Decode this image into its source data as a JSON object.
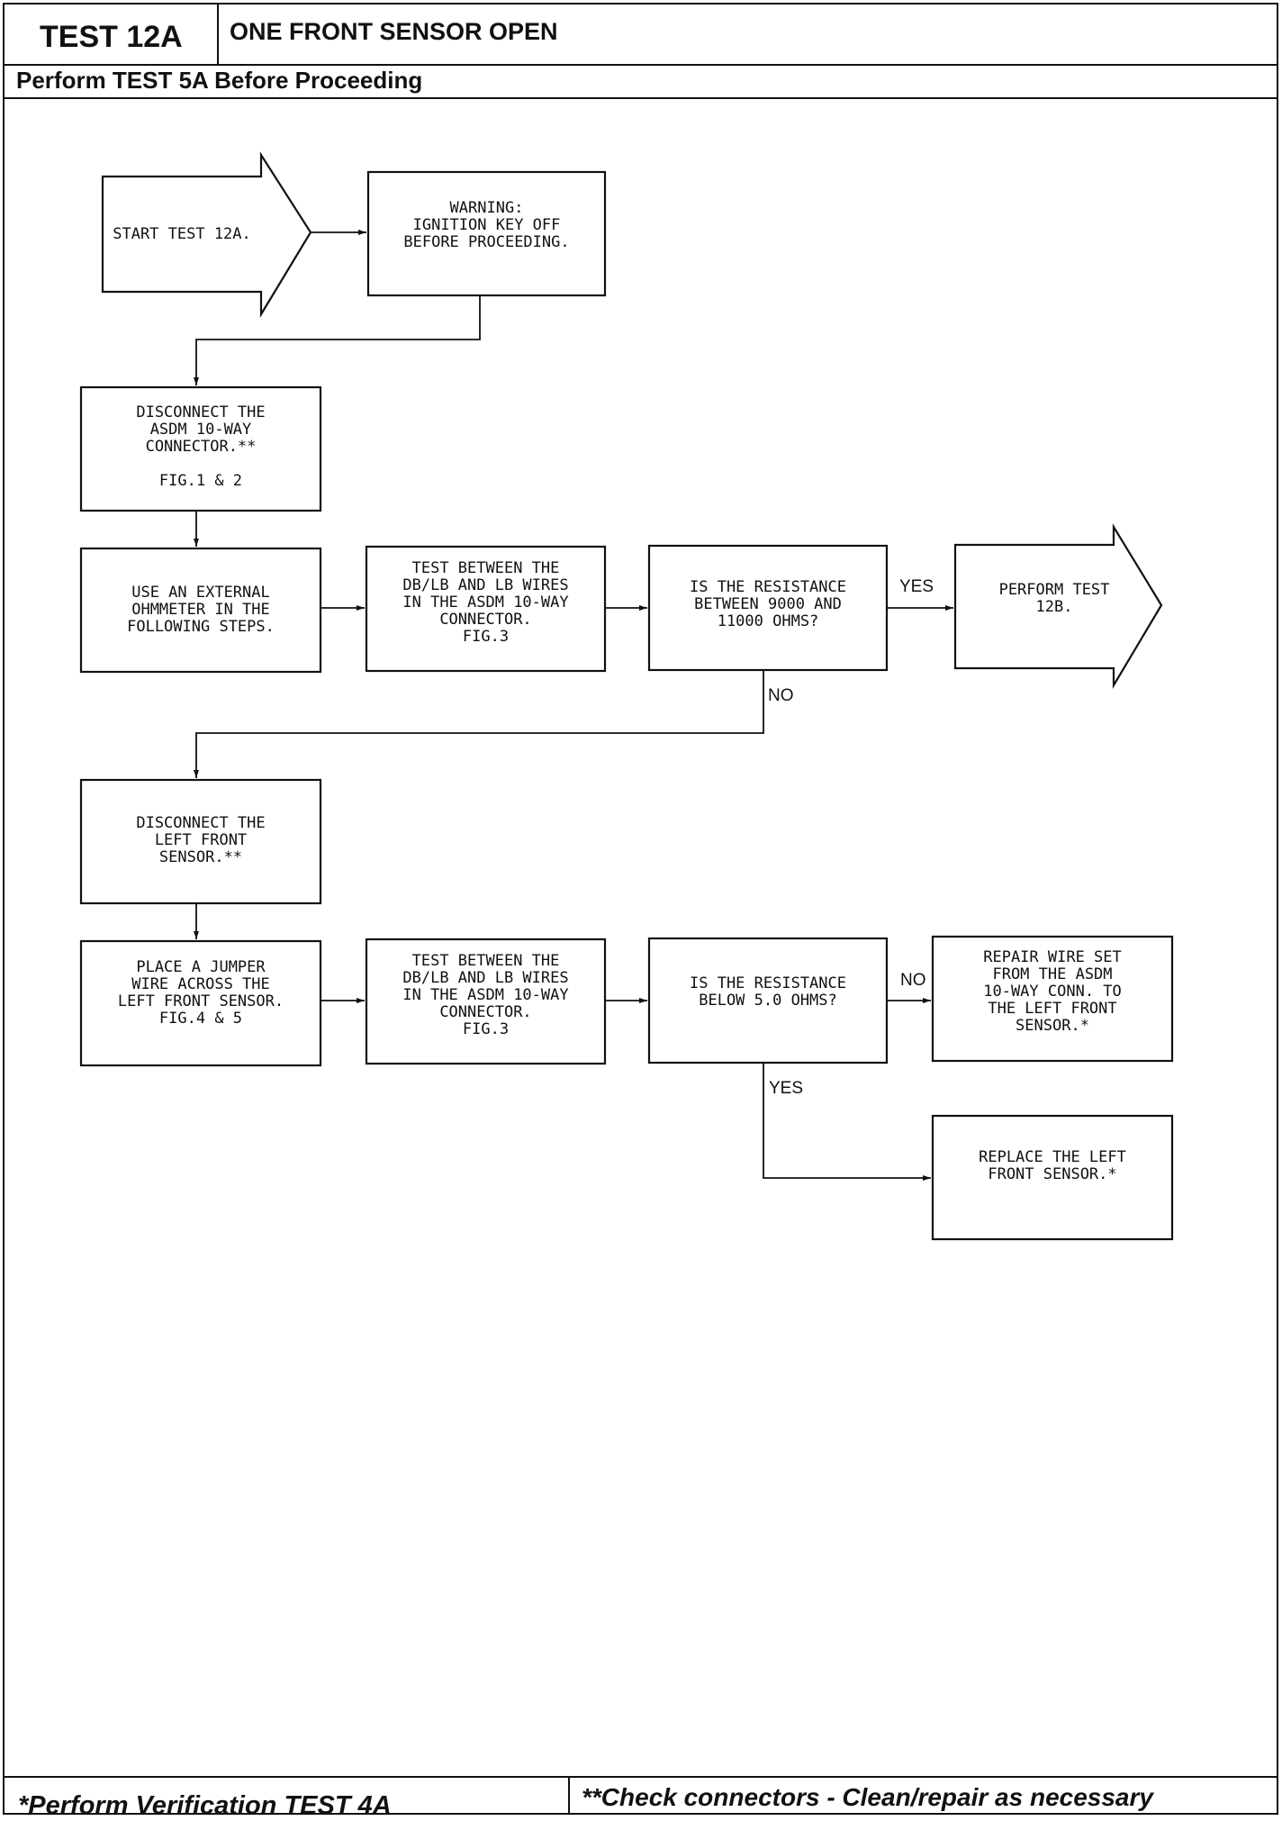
{
  "header": {
    "test_id": "TEST 12A",
    "title": "ONE FRONT SENSOR OPEN",
    "prerequisite": "Perform TEST 5A Before Proceeding"
  },
  "nodes": {
    "start": "START TEST 12A.",
    "warning": "WARNING:\nIGNITION KEY OFF\nBEFORE PROCEEDING.",
    "disconnect_asdm": "DISCONNECT THE\nASDM 10-WAY\nCONNECTOR.**\n\nFIG.1 & 2",
    "use_ohmmeter": "USE AN EXTERNAL\nOHMMETER IN THE\nFOLLOWING STEPS.",
    "test_wires_1": "TEST BETWEEN THE\nDB/LB AND LB WIRES\nIN THE ASDM 10-WAY\nCONNECTOR.\nFIG.3",
    "question_1": "IS THE RESISTANCE\nBETWEEN 9000 AND\n11000 OHMS?",
    "perform_12b": "PERFORM TEST\n12B.",
    "disconnect_sensor": "DISCONNECT THE\nLEFT FRONT\nSENSOR.**",
    "place_jumper": "PLACE A JUMPER\nWIRE ACROSS THE\nLEFT FRONT SENSOR.\nFIG.4 & 5",
    "test_wires_2": "TEST BETWEEN THE\nDB/LB AND LB WIRES\nIN THE ASDM 10-WAY\nCONNECTOR.\nFIG.3",
    "question_2": "IS THE RESISTANCE\nBELOW 5.0 OHMS?",
    "repair_wire": "REPAIR WIRE SET\nFROM THE ASDM\n10-WAY CONN. TO\nTHE LEFT FRONT\nSENSOR.*",
    "replace_sensor": "REPLACE THE LEFT\nFRONT SENSOR.*"
  },
  "labels": {
    "q1_yes": "YES",
    "q1_no": "NO",
    "q2_no": "NO",
    "q2_yes": "YES"
  },
  "footer": {
    "left": "*Perform Verification  TEST 4A",
    "right": "**Check connectors - Clean/repair as necessary"
  }
}
